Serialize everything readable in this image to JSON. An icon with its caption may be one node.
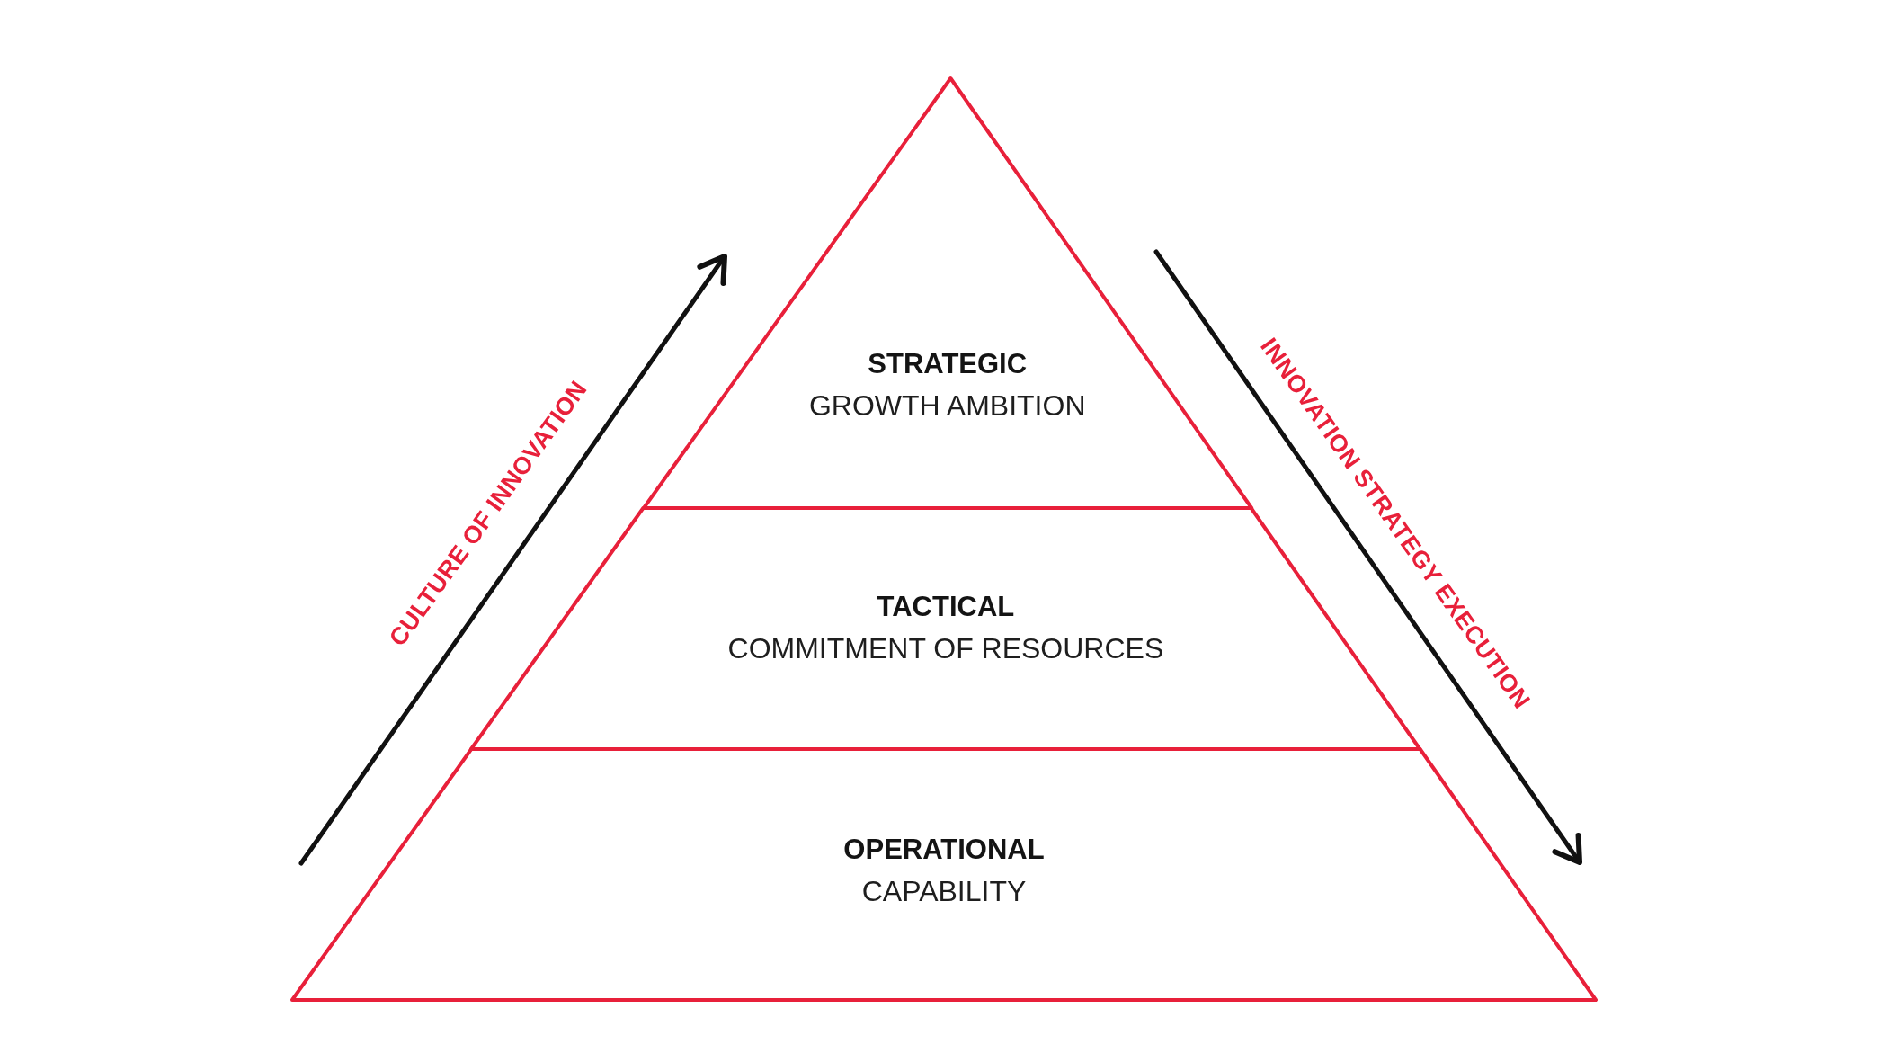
{
  "diagram": {
    "nodes": [
      {
        "text": [
          "STRATEGIC",
          "GROWTH AMBITION"
        ]
      },
      {
        "text": [
          "TACTICAL",
          "COMMITMENT OF RESOURCES"
        ]
      },
      {
        "text": [
          "OPERATIONAL",
          "CAPABILITY"
        ]
      }
    ],
    "labels": [
      "CULTURE OF INNOVATION",
      "INNOVATION STRATEGY EXECUTION"
    ]
  }
}
